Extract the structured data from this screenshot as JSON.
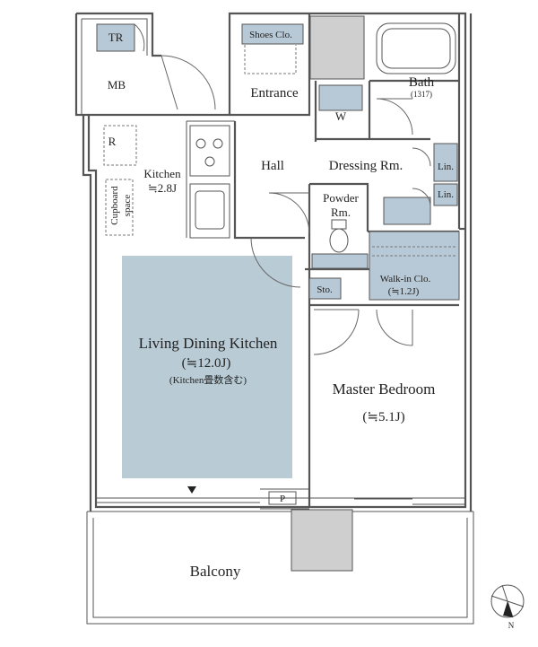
{
  "colors": {
    "storage_fill": "#b7c9d6",
    "ldk_fill": "#b9ccd6",
    "shaft_fill": "#cfcfcf",
    "wall": "#555555"
  },
  "rooms": {
    "tr": "TR",
    "mb": "MB",
    "shoes_closet": "Shoes Clo.",
    "entrance": "Entrance",
    "bath": "Bath",
    "bath_size": "(1317)",
    "w": "W",
    "r": "R",
    "kitchen": "Kitchen",
    "kitchen_area": "≒2.8J",
    "cupboard_line1": "Cupboard",
    "cupboard_line2": "space",
    "hall": "Hall",
    "dressing_room": "Dressing Rm.",
    "linen_1": "Lin.",
    "linen_2": "Lin.",
    "powder_line1": "Powder",
    "powder_line2": "Rm.",
    "storage": "Sto.",
    "walkin_closet": "Walk-in Clo.",
    "walkin_area": "(≒1.2J)",
    "ldk": "Living Dining Kitchen",
    "ldk_area": "(≒12.0J)",
    "ldk_note": "(Kitchen畳数含む)",
    "master_bedroom": "Master Bedroom",
    "master_bedroom_area": "(≒5.1J)",
    "p": "P",
    "balcony": "Balcony"
  },
  "compass": {
    "north": "N"
  }
}
